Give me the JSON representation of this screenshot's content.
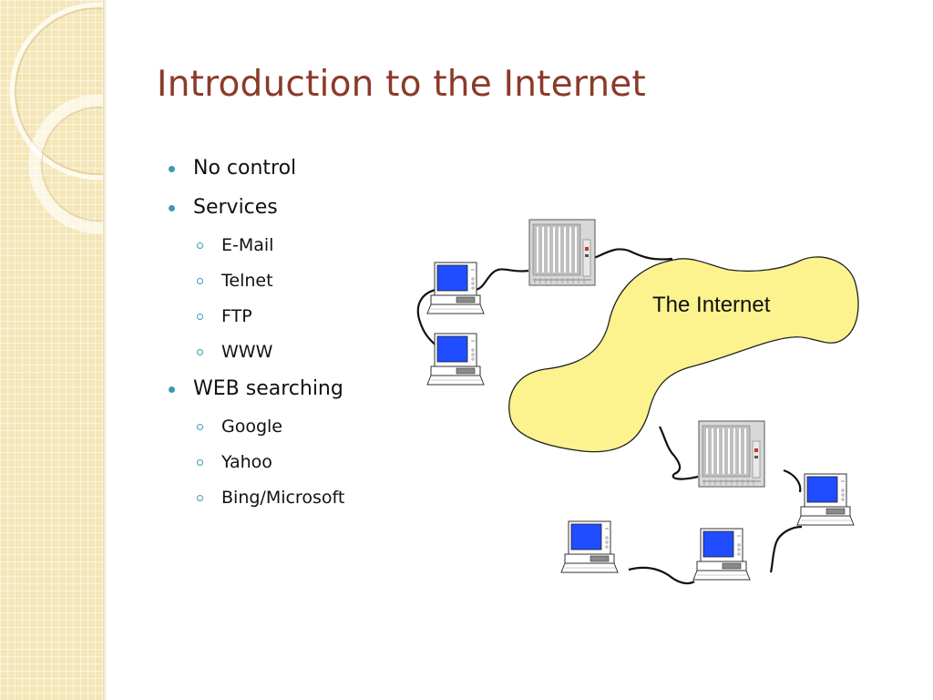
{
  "slide": {
    "title": "Introduction to the Internet",
    "bullets": [
      {
        "text": "No control",
        "sub": []
      },
      {
        "text": "Services",
        "sub": [
          "E-Mail",
          "Telnet",
          "FTP",
          "WWW"
        ]
      },
      {
        "text": "WEB searching",
        "sub": [
          "Google",
          "Yahoo",
          "Bing/Microsoft"
        ]
      }
    ]
  },
  "diagram": {
    "cloud_label": "The Internet"
  },
  "colors": {
    "title": "#8b3a2a",
    "bullet": "#3a9bb0",
    "cloud_fill": "#fcf38f",
    "screen": "#1f4dff",
    "side_band": "#f5e6b8"
  }
}
